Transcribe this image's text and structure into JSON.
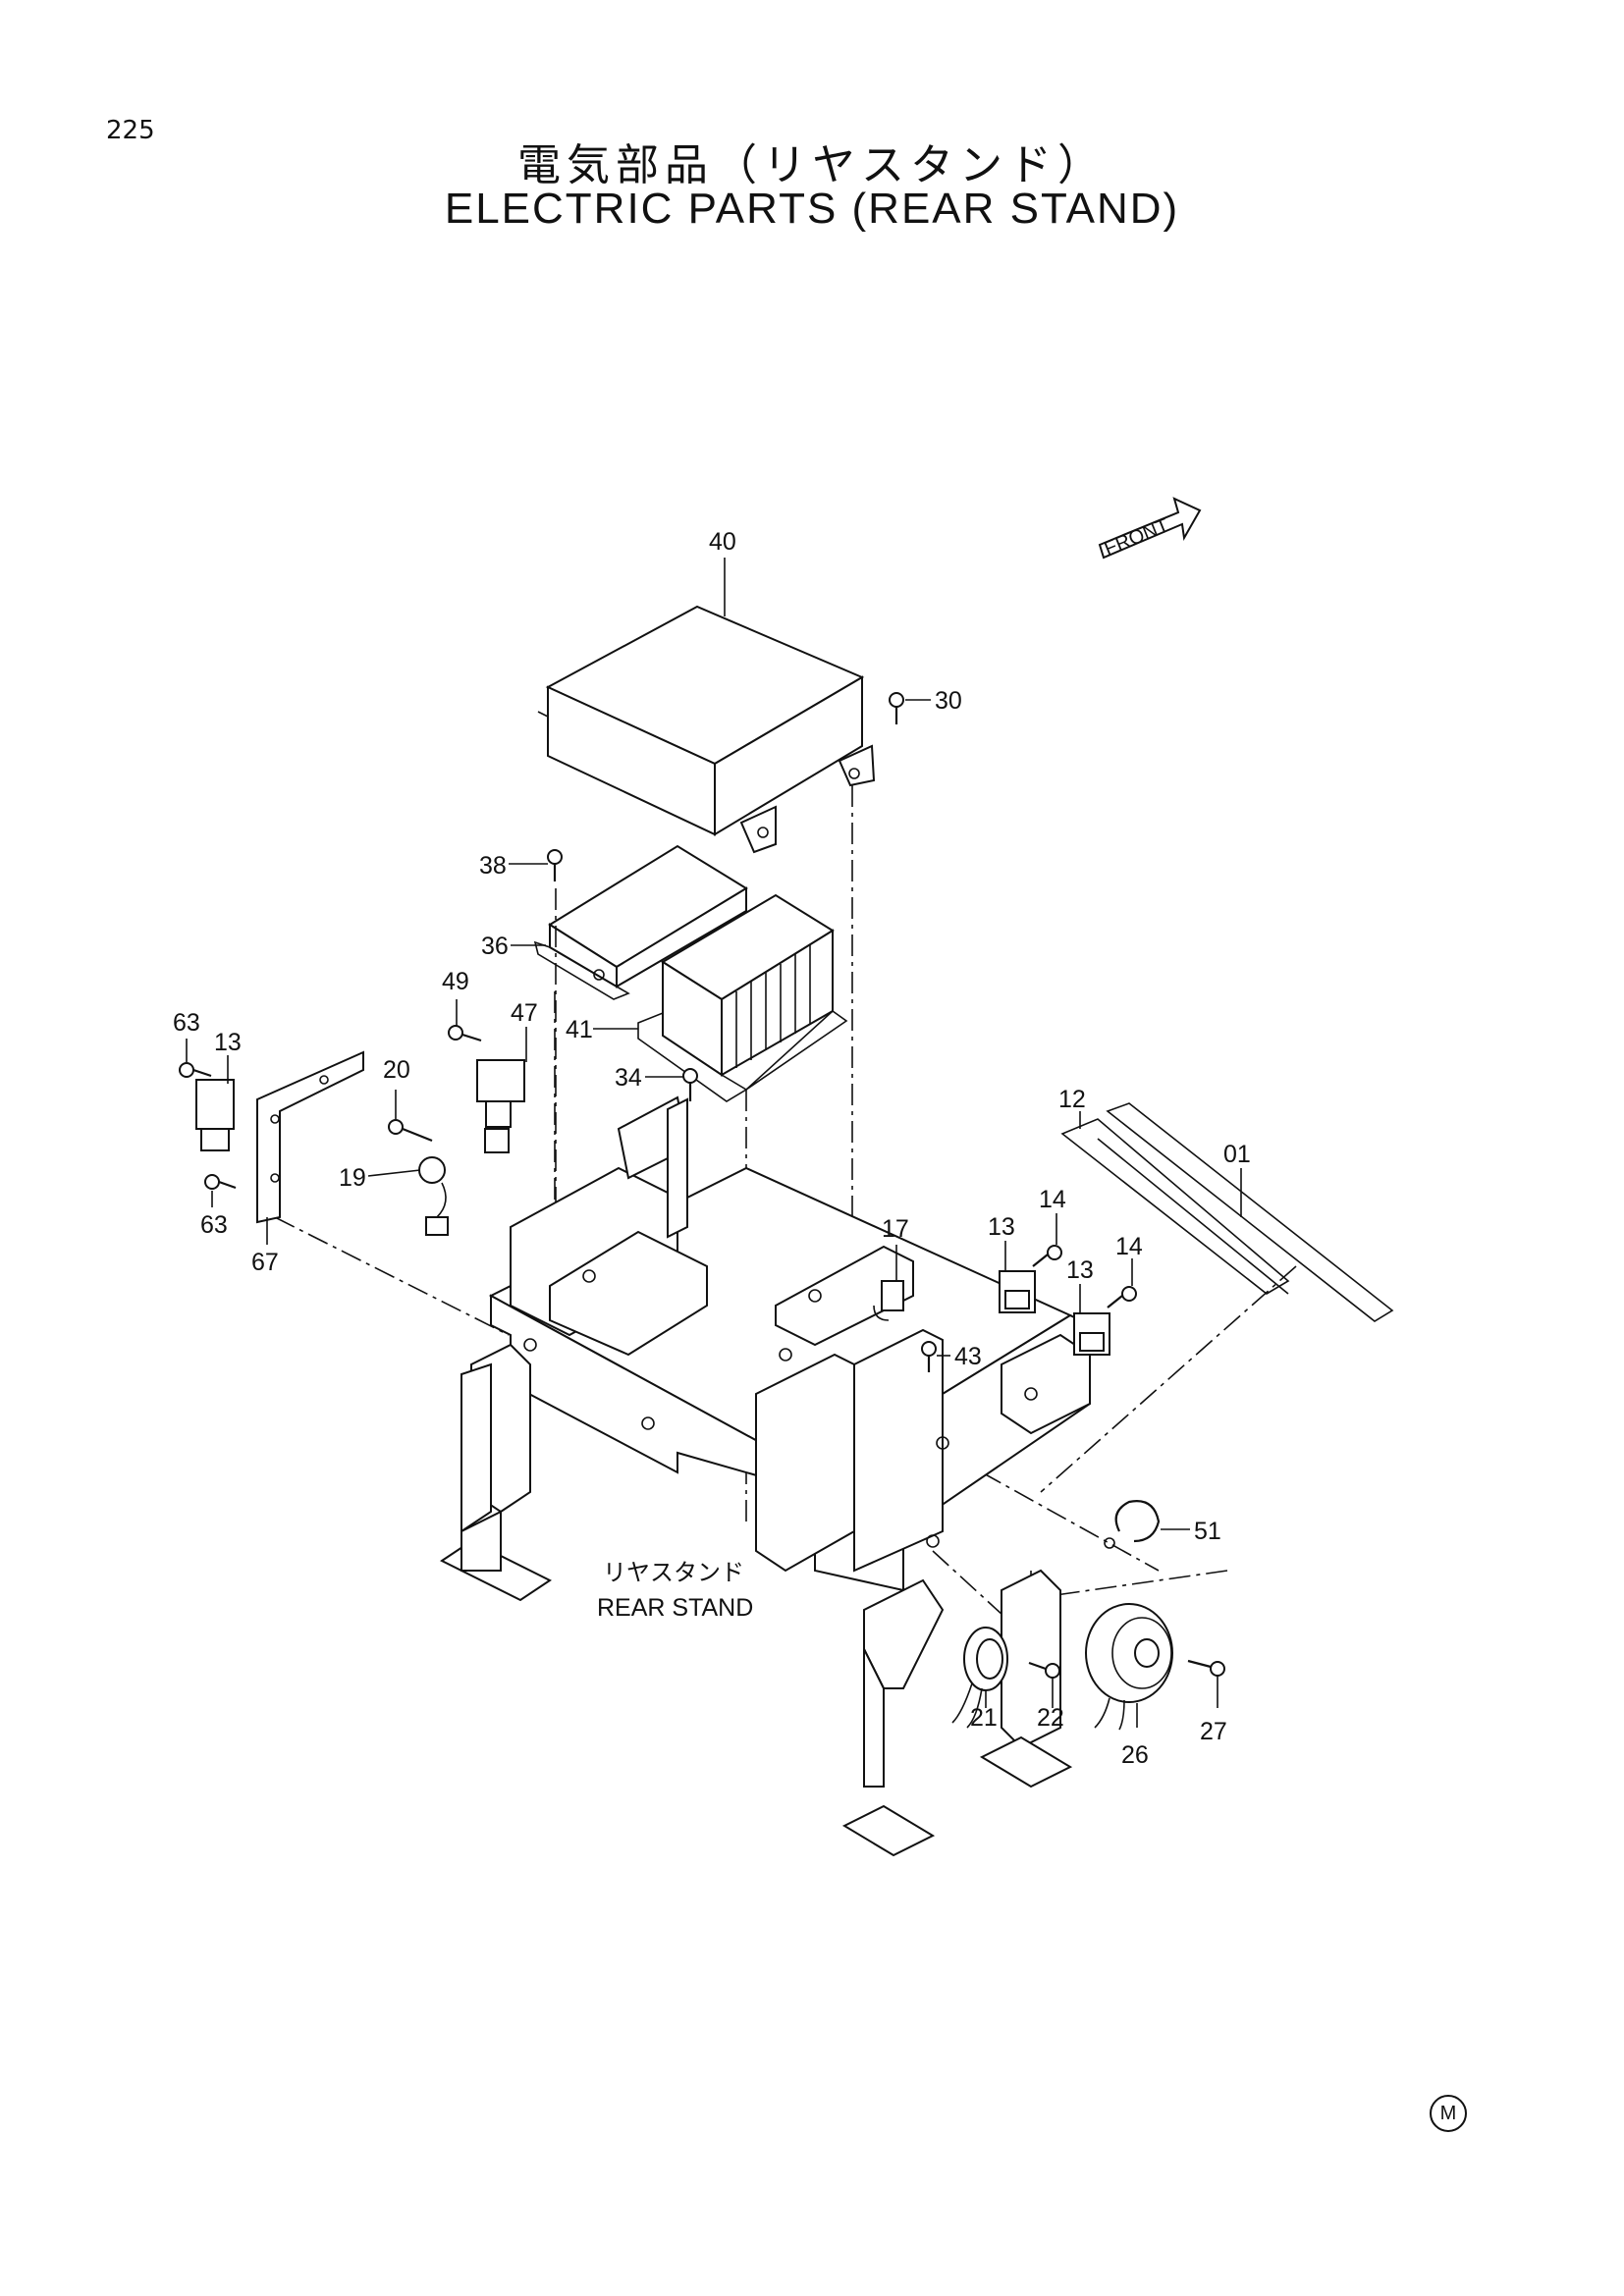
{
  "page": {
    "number": "225"
  },
  "title": {
    "japanese": "電気部品（リヤスタンド）",
    "english": "ELECTRIC PARTS (REAR STAND)"
  },
  "orientation_marker": {
    "label": "FRONT",
    "icon": "arrow-icon"
  },
  "stand_label": {
    "japanese": "リヤスタンド",
    "english": "REAR STAND"
  },
  "callouts": [
    "40",
    "30",
    "38",
    "36",
    "49",
    "47",
    "41",
    "34",
    "63",
    "13",
    "20",
    "19",
    "63",
    "67",
    "12",
    "01",
    "14",
    "17",
    "13",
    "14",
    "13",
    "43",
    "51",
    "21",
    "22",
    "26",
    "27"
  ],
  "footer": {
    "mark": "M"
  }
}
